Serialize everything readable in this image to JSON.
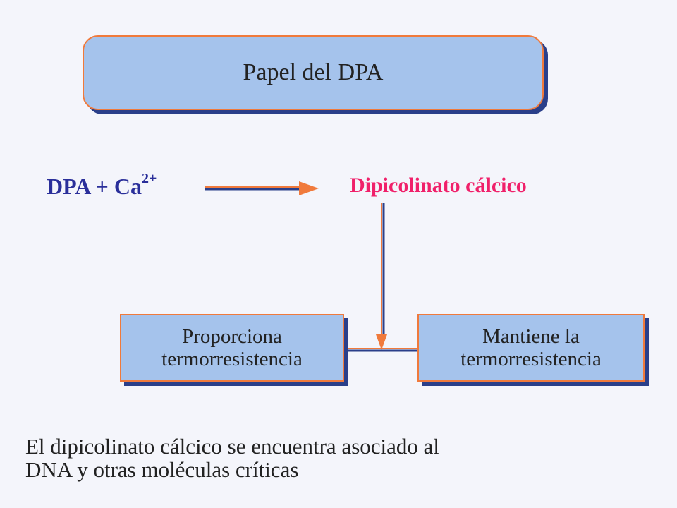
{
  "title": "Papel del DPA",
  "reaction": {
    "reactants": "DPA + Ca",
    "charge": "2+",
    "product": "Dipicolinato cálcico"
  },
  "effects": {
    "left": {
      "line1": "Proporciona",
      "line2": "termorresistencia"
    },
    "right": {
      "line1": "Mantiene la",
      "line2": "termorresistencia"
    }
  },
  "note": {
    "line1": "El dipicolinato cálcico se encuentra asociado al",
    "line2": "DNA y otras moléculas críticas"
  },
  "colors": {
    "box_fill": "#a5c3ec",
    "box_border": "#f07a3c",
    "box_shadow": "#2a3f8a",
    "reactant_text": "#2a2f9a",
    "product_text": "#f0206a",
    "arrow_orange": "#f07a3c",
    "arrow_blue": "#2a3f8a"
  }
}
